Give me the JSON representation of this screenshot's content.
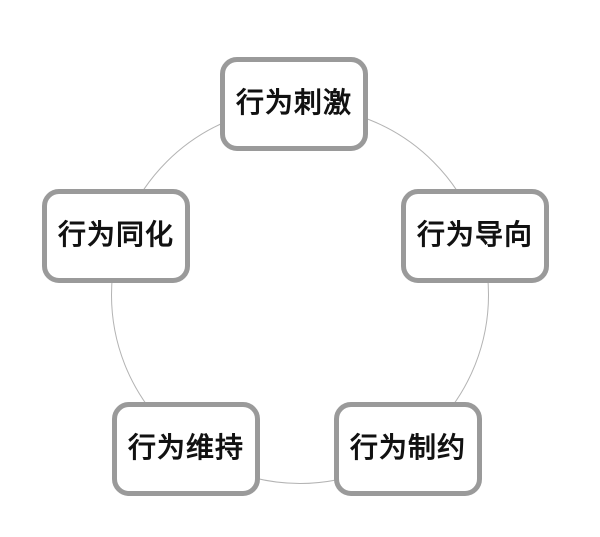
{
  "diagram": {
    "type": "cycle",
    "nodes": [
      {
        "id": "behavior-stimulus",
        "label": "行为刺激",
        "position": "top"
      },
      {
        "id": "behavior-orientation",
        "label": "行为导向",
        "position": "right"
      },
      {
        "id": "behavior-constraint",
        "label": "行为制约",
        "position": "bottom-right"
      },
      {
        "id": "behavior-maintenance",
        "label": "行为维持",
        "position": "bottom-left"
      },
      {
        "id": "behavior-assimilation",
        "label": "行为同化",
        "position": "left"
      }
    ],
    "colors": {
      "box_border": "#9a9a9a",
      "circle_line": "#b3b3b3",
      "text": "#111111",
      "background": "#ffffff"
    }
  }
}
